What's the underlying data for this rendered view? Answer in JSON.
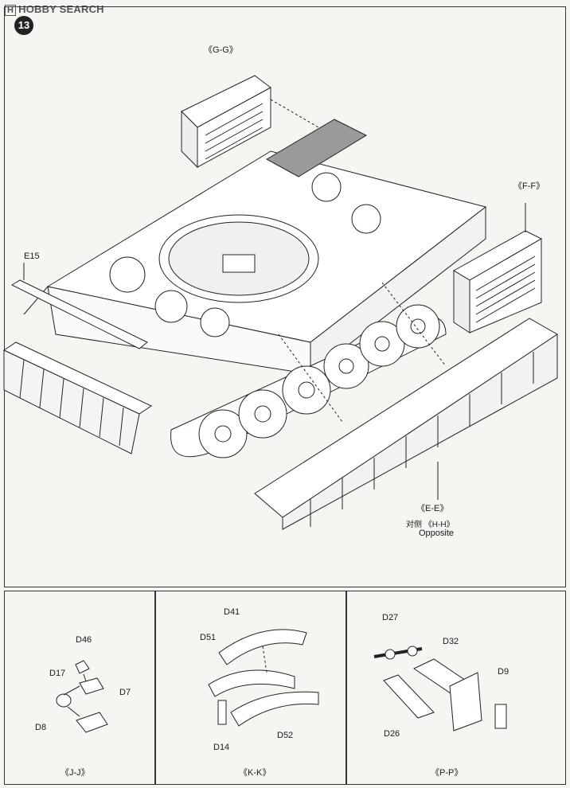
{
  "watermark": {
    "logo": "H",
    "text": "HOBBY SEARCH"
  },
  "step": "13",
  "main": {
    "label_gg": "《G-G》",
    "label_ff": "《F-F》",
    "label_e15": "E15",
    "label_ee": "《E-E》",
    "label_hh": "对侧 《H-H》",
    "label_opposite": "Opposite"
  },
  "panels": {
    "jj": {
      "title": "《J-J》",
      "parts": [
        "D46",
        "D17",
        "D7",
        "D8"
      ]
    },
    "kk": {
      "title": "《K-K》",
      "parts": [
        "D41",
        "D51",
        "D14",
        "D52"
      ]
    },
    "pp": {
      "title": "《P-P》",
      "parts": [
        "D27",
        "D32",
        "D9",
        "D26"
      ]
    }
  }
}
